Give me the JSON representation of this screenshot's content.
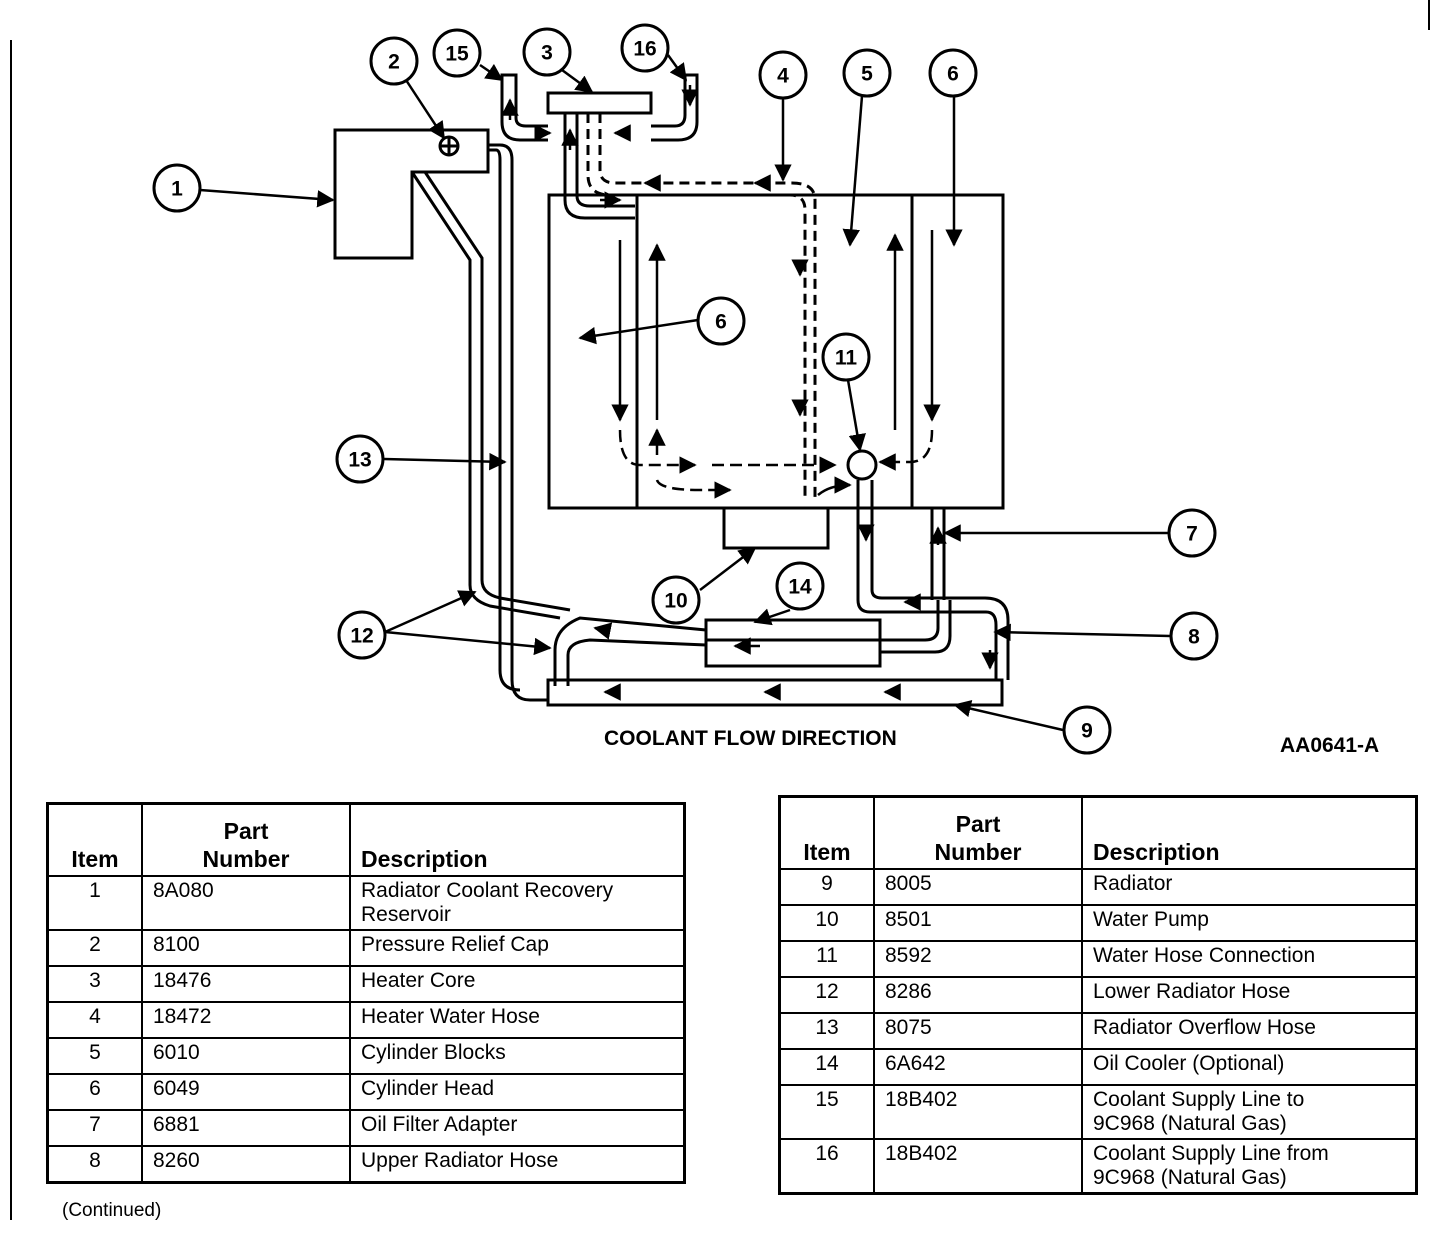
{
  "diagram": {
    "caption": "COOLANT FLOW DIRECTION",
    "figure_id": "AA0641-A",
    "callouts": [
      "1",
      "2",
      "3",
      "4",
      "5",
      "6",
      "6",
      "7",
      "8",
      "9",
      "10",
      "11",
      "12",
      "13",
      "14",
      "15",
      "16"
    ]
  },
  "table_left": {
    "headers": {
      "item": "Item",
      "part_line1": "Part",
      "part_line2": "Number",
      "description": "Description"
    },
    "rows": [
      {
        "item": "1",
        "part": "8A080",
        "desc1": "Radiator Coolant Recovery",
        "desc2": "Reservoir"
      },
      {
        "item": "2",
        "part": "8100",
        "desc1": "Pressure Relief Cap",
        "desc2": ""
      },
      {
        "item": "3",
        "part": "18476",
        "desc1": "Heater Core",
        "desc2": ""
      },
      {
        "item": "4",
        "part": "18472",
        "desc1": "Heater Water Hose",
        "desc2": ""
      },
      {
        "item": "5",
        "part": "6010",
        "desc1": "Cylinder Blocks",
        "desc2": ""
      },
      {
        "item": "6",
        "part": "6049",
        "desc1": "Cylinder Head",
        "desc2": ""
      },
      {
        "item": "7",
        "part": "6881",
        "desc1": "Oil Filter Adapter",
        "desc2": ""
      },
      {
        "item": "8",
        "part": "8260",
        "desc1": "Upper Radiator Hose",
        "desc2": ""
      }
    ],
    "note": "(Continued)"
  },
  "table_right": {
    "headers": {
      "item": "Item",
      "part_line1": "Part",
      "part_line2": "Number",
      "description": "Description"
    },
    "rows": [
      {
        "item": "9",
        "part": "8005",
        "desc1": "Radiator",
        "desc2": ""
      },
      {
        "item": "10",
        "part": "8501",
        "desc1": "Water Pump",
        "desc2": ""
      },
      {
        "item": "11",
        "part": "8592",
        "desc1": "Water Hose Connection",
        "desc2": ""
      },
      {
        "item": "12",
        "part": "8286",
        "desc1": "Lower Radiator Hose",
        "desc2": ""
      },
      {
        "item": "13",
        "part": "8075",
        "desc1": "Radiator Overflow Hose",
        "desc2": ""
      },
      {
        "item": "14",
        "part": "6A642",
        "desc1": "Oil Cooler (Optional)",
        "desc2": ""
      },
      {
        "item": "15",
        "part": "18B402",
        "desc1": "Coolant Supply Line to",
        "desc2": "9C968 (Natural Gas)"
      },
      {
        "item": "16",
        "part": "18B402",
        "desc1": "Coolant Supply Line from",
        "desc2": "9C968 (Natural Gas)"
      }
    ]
  }
}
